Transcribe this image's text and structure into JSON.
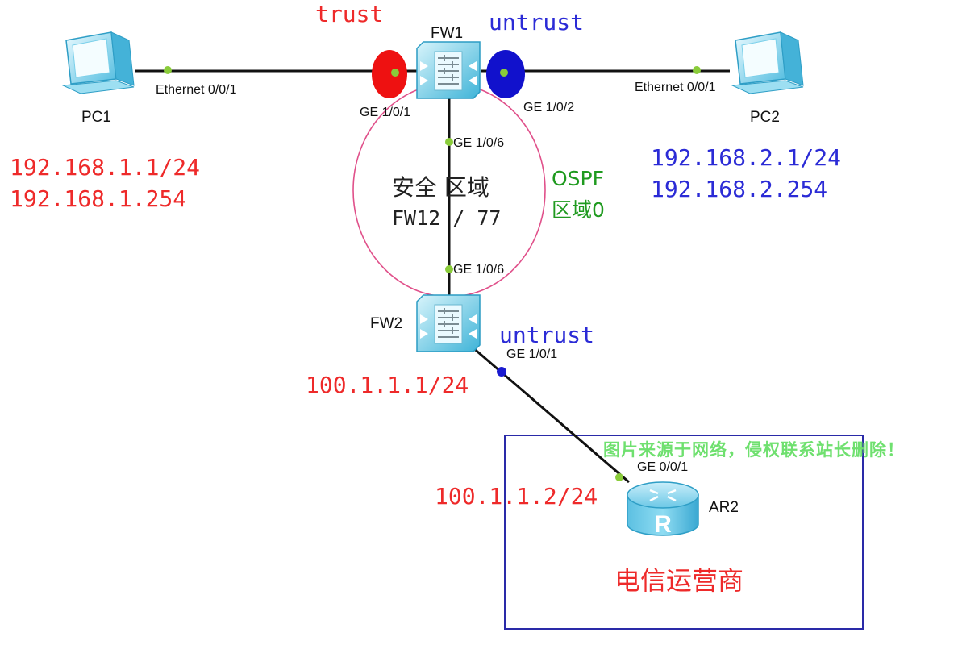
{
  "devices": {
    "pc1": "PC1",
    "pc2": "PC2",
    "fw1": "FW1",
    "fw2": "FW2",
    "ar2": "AR2"
  },
  "ports": {
    "pc1_eth": "Ethernet 0/0/1",
    "pc2_eth": "Ethernet 0/0/1",
    "fw1_ge101": "GE 1/0/1",
    "fw1_ge102": "GE 1/0/2",
    "fw1_ge106": "GE 1/0/6",
    "fw2_ge106": "GE 1/0/6",
    "fw2_ge101": "GE 1/0/1",
    "ar2_ge001": "GE 0/0/1"
  },
  "zones": {
    "fw1_trust": "trust",
    "fw1_untrust": "untrust",
    "fw2_untrust": "untrust"
  },
  "addresses": {
    "pc1_ip": "192.168.1.1/24",
    "pc1_gw": "192.168.1.254",
    "pc2_ip": "192.168.2.1/24",
    "pc2_gw": "192.168.2.254",
    "fw2_wan": "100.1.1.1/24",
    "ar2_ip": "100.1.1.2/24"
  },
  "security_area": {
    "title": "安全 区域",
    "subtitle": "FW12 / 77"
  },
  "ospf": {
    "line1": "OSPF",
    "line2": "区域0"
  },
  "carrier_label": "电信运营商",
  "watermark": "图片来源于网络，侵权联系站长删除！",
  "colors": {
    "trust_zone": "#ee1111",
    "untrust_zone": "#1111cc",
    "ospf_ring": "#e0508a",
    "carrier_box": "#2a2aa8",
    "link_node": "#8acc3a"
  }
}
